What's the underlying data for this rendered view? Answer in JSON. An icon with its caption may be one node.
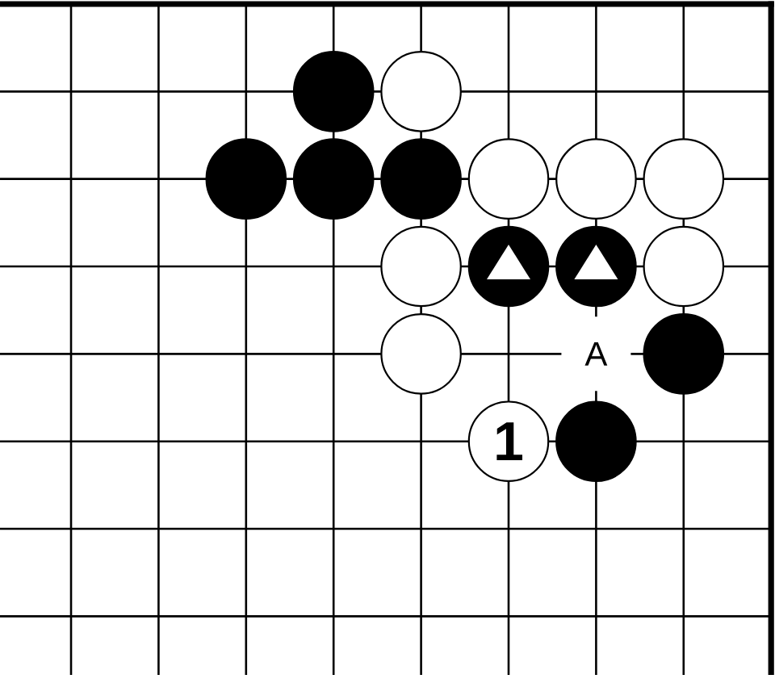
{
  "diagram": {
    "nodes": [
      {
        "text": [],
        "shape": "circle"
      },
      {
        "text": [],
        "shape": "circle"
      },
      {
        "text": [],
        "shape": "circle"
      },
      {
        "text": [],
        "shape": "circle"
      },
      {
        "text": [],
        "shape": "circle"
      },
      {
        "text": [],
        "shape": "circle"
      },
      {
        "text": [],
        "shape": "circle"
      },
      {
        "text": [],
        "shape": "circle"
      },
      {
        "text": [],
        "shape": "circle"
      },
      {
        "text": [],
        "shape": "circle"
      },
      {
        "text": [],
        "shape": "circle"
      },
      {
        "text": [],
        "shape": "circle"
      },
      {
        "text": [],
        "shape": "circle"
      },
      {
        "text": [],
        "shape": "circle"
      },
      {
        "text": [
          "1"
        ]
      },
      {
        "text": [],
        "shape": "circle"
      }
    ],
    "labels": [
      "A"
    ]
  }
}
